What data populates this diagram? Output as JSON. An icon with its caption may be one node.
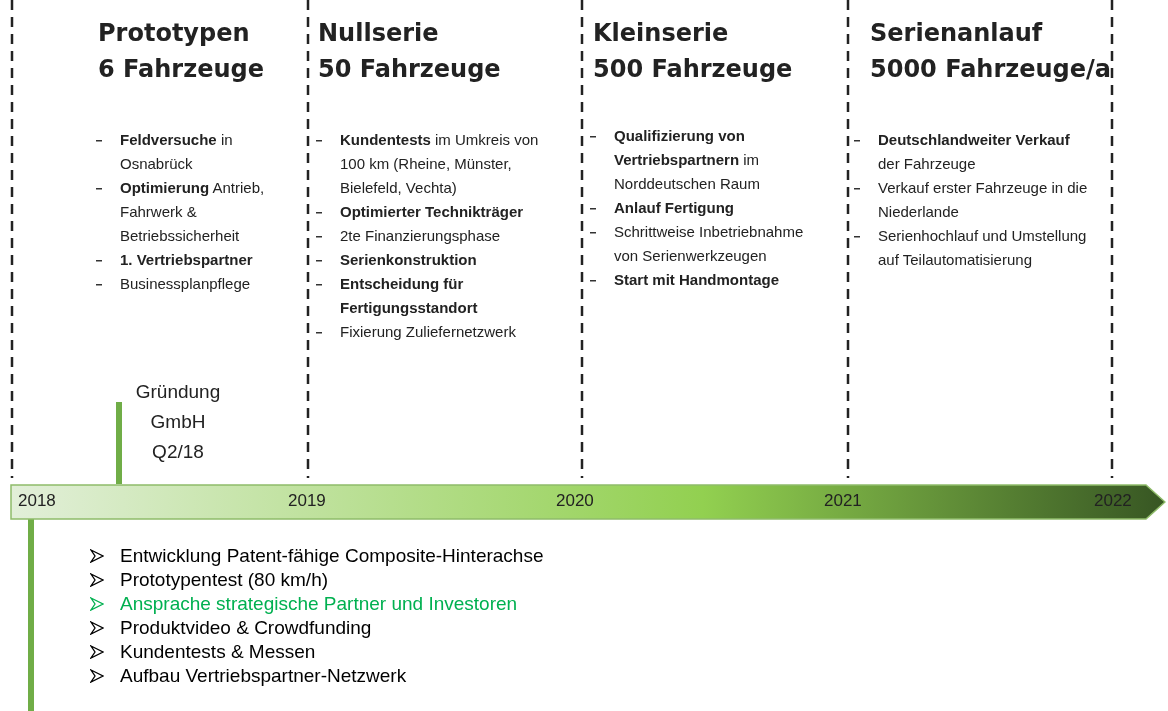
{
  "diagram": {
    "nodes": [
      {
        "text": [
          "2018",
          "2019",
          "2020",
          "2021",
          "2022"
        ]
      }
    ],
    "edges": [],
    "labels": [
      "Prototypen",
      "6 Fahrzeuge",
      "Nullserie",
      "50 Fahrzeuge",
      "Kleinserie",
      "500 Fahrzeuge",
      "Serienanlauf",
      "5000 Fahrzeuge/a",
      "**Feldversuche** in Osnabrück",
      "**Optimierung** Antrieb, Fahrwerk & Betriebssicherheit",
      "1. Vertriebspartner",
      "Businessplanpflege",
      "**Kundentests** im Umkreis von 100 km (Rheine, Münster, Bielefeld, Vechta)",
      "Optimierter Technikträger",
      "2te Finanzierungsphase",
      "Serienkonstruktion",
      "Entscheidung für Fertigungsstandort",
      "Fixierung Zuliefernetzwerk",
      "**Qualifizierung von Vertriebspartnern** im Norddeutschen Raum",
      "Anlauf Fertigung",
      "Schrittweise Inbetriebnahme von Serienwerkzeugen",
      "Start mit Handmontage",
      "**Deutschlandweiter Verkauf** der Fahrzeuge",
      "Verkauf erster Fahrzeuge in die Niederlande",
      "Serienhochlauf und Umstellung auf Teilautomatisierung",
      "Gründung GmbH Q2/18",
      "Entwicklung Patent-fähige Composite-Hinterachse",
      "Prototypentest (80 km/h)",
      "Ansprache strategische Partner und Investoren",
      "Produktvideo & Crowdfunding",
      "Kundentests & Messen",
      "Aufbau Vertriebspartner-Netzwerk"
    ]
  }
}
